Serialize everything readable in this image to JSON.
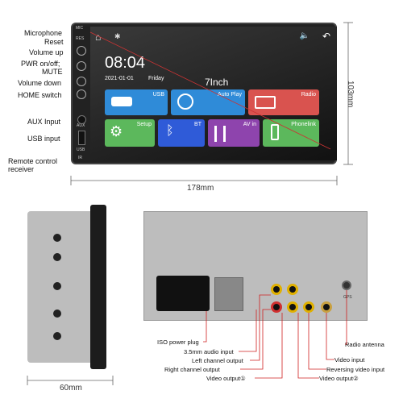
{
  "front": {
    "left_labels": [
      "Microphone",
      "Reset",
      "Volume up",
      "PWR on/off;",
      "MUTE",
      "Volume down",
      "HOME switch",
      "AUX Input",
      "USB input",
      "Remote control",
      "receiver"
    ],
    "panel_marks": {
      "mic": "MIC",
      "res": "RES",
      "aux": "AUX",
      "usb": "USB",
      "ir": "IR"
    },
    "clock": "08:04",
    "date": "2021-01-01",
    "day": "Friday",
    "size": "7Inch",
    "tiles": [
      "USB",
      "Auto Play",
      "Radio",
      "Setup",
      "BT",
      "AV in",
      "Phonelink"
    ],
    "width_dim": "178mm",
    "height_dim": "103mm"
  },
  "side": {
    "depth_dim": "60mm"
  },
  "back": {
    "labels_left": [
      "ISO power plug",
      "3.5mm audio input",
      "Left channel output",
      "Right channel output",
      "Video output①"
    ],
    "labels_right": [
      "Radio antenna",
      "Video input",
      "Reversing video input",
      "Video output②"
    ],
    "connector_mark": "GPS"
  }
}
